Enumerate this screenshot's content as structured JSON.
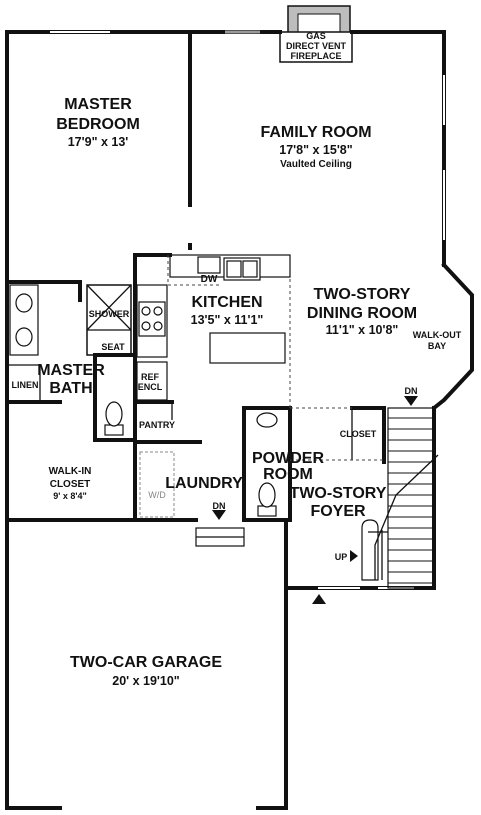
{
  "plan": {
    "rooms": {
      "master_bedroom": {
        "name_line1": "MASTER",
        "name_line2": "BEDROOM",
        "dims": "17'9\" x 13'"
      },
      "family_room": {
        "name": "FAMILY ROOM",
        "dims": "17'8\" x 15'8\"",
        "note": "Vaulted Ceiling"
      },
      "kitchen": {
        "name": "KITCHEN",
        "dims": "13'5\" x 11'1\""
      },
      "dining_room": {
        "name_line1": "TWO-STORY",
        "name_line2": "DINING ROOM",
        "dims": "11'1\" x 10'8\""
      },
      "master_bath": {
        "name_line1": "MASTER",
        "name_line2": "BATH"
      },
      "walk_in_closet": {
        "name_line1": "WALK-IN",
        "name_line2": "CLOSET",
        "dims": "9' x 8'4\""
      },
      "laundry": {
        "name": "LAUNDRY"
      },
      "powder_room": {
        "name_line1": "POWDER",
        "name_line2": "ROOM"
      },
      "foyer": {
        "name_line1": "TWO-STORY",
        "name_line2": "FOYER"
      },
      "garage": {
        "name": "TWO-CAR GARAGE",
        "dims": "20' x 19'10\""
      }
    },
    "labels": {
      "fireplace_line1": "GAS",
      "fireplace_line2": "DIRECT VENT",
      "fireplace_line3": "FIREPLACE",
      "dw": "DW",
      "shower": "SHOWER",
      "seat": "SEAT",
      "ref_line1": "REF",
      "ref_line2": "ENCL",
      "linen": "LINEN",
      "pantry": "PANTRY",
      "closet": "CLOSET",
      "wd": "W/D",
      "walkout_line1": "WALK-OUT",
      "walkout_line2": "BAY",
      "dn_stairs": "DN",
      "dn_laundry": "DN",
      "up": "UP"
    }
  }
}
